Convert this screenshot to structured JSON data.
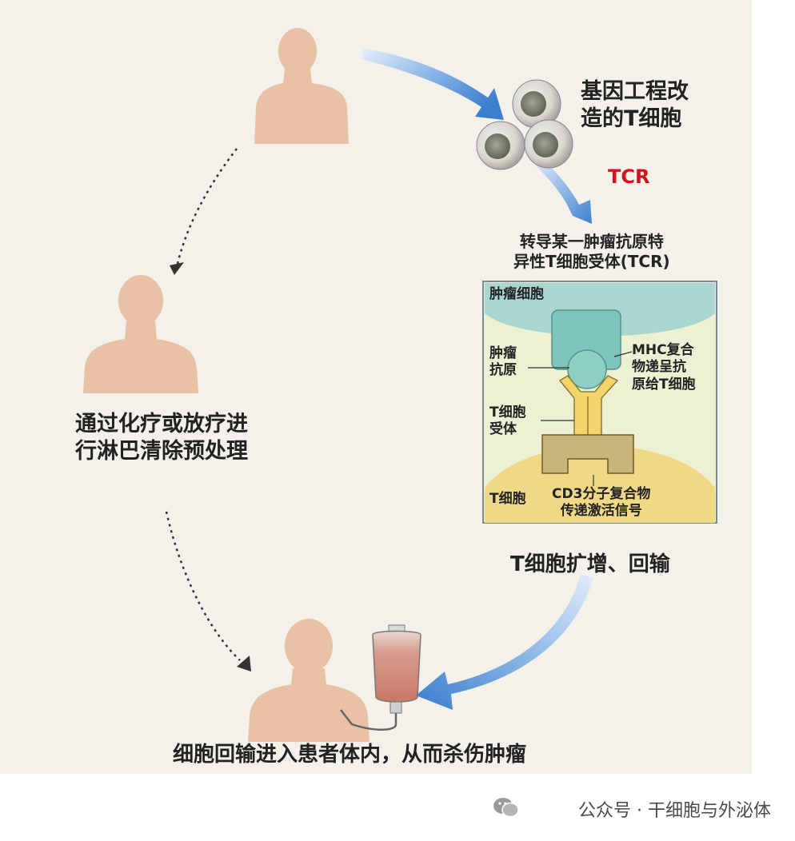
{
  "labels": {
    "engineered_t_cells": [
      "基因工程改",
      "造的T细胞"
    ],
    "tcr": "TCR",
    "transduce": [
      "转导某一肿瘤抗原特",
      "异性T细胞受体(TCR)"
    ],
    "lymphodepletion": [
      "通过化疗或放疗进",
      "行淋巴清除预处理"
    ],
    "expansion": "T细胞扩增、回输",
    "infusion": "细胞回输进入患者体内，从而杀伤肿瘤"
  },
  "inset": {
    "tumor_cell": "肿瘤细胞",
    "tumor_antigen": [
      "肿瘤",
      "抗原"
    ],
    "mhc": [
      "MHC复合",
      "物递呈抗",
      "原给T细胞"
    ],
    "t_cell_receptor": [
      "T细胞",
      "受体"
    ],
    "t_cell": "T细胞",
    "cd3": [
      "CD3分子复合物",
      "传递激活信号"
    ]
  },
  "footer": {
    "text": "公众号 · 干细胞与外泌体"
  },
  "colors": {
    "background": "#f3f1ea",
    "skin": "#e9c2a6",
    "arrow_blue": "#4f8fd6",
    "tcr_red": "#d4141c"
  }
}
